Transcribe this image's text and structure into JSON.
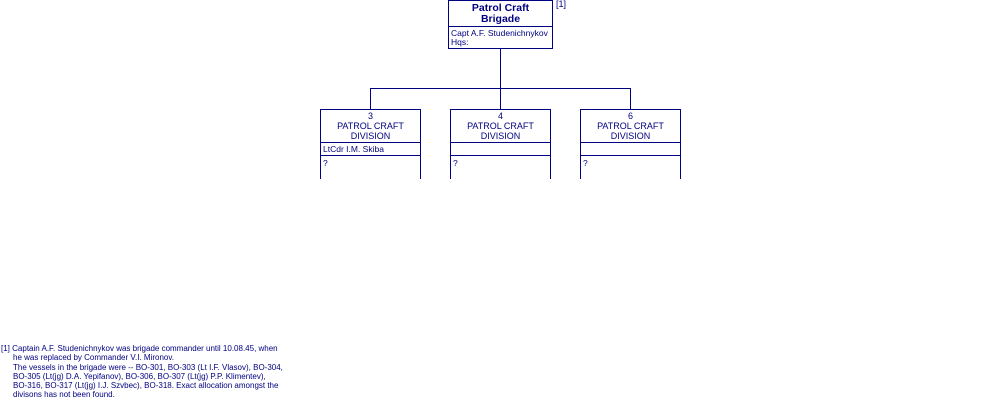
{
  "brigade": {
    "title_line1": "Patrol Craft",
    "title_line2": "Brigade",
    "commander": "Capt  A.F. Studenichnykov",
    "hqs": "Hqs:",
    "footnote_marker": "[1]"
  },
  "divisions": [
    {
      "number": "3",
      "name": "PATROL CRAFT DIVISION",
      "commander": "LtCdr  I.M. Skiba",
      "hq": "?"
    },
    {
      "number": "4",
      "name": "PATROL CRAFT DIVISION",
      "commander": "",
      "hq": "?"
    },
    {
      "number": "6",
      "name": "PATROL CRAFT DIVISION",
      "commander": "",
      "hq": "?"
    }
  ],
  "footnote": {
    "marker": "[1]",
    "lines": [
      "Captain A.F. Studenichnykov was brigade commander until 10.08.45, when",
      "he was replaced by Commander V.I. Mironov.",
      "The vessels in the brigade were -- BO-301, BO-303 (Lt  I.F. Vlasov), BO-304,",
      "BO-305 (Lt(jg)  D.A. Yepifanov), BO-306, BO-307 (Lt(jg)  P.P. Klimentev),",
      "BO-316, BO-317 (Lt(jg)  I.J. Szvbec), BO-318. Exact allocation amongst the",
      "divisons has not been found."
    ]
  },
  "colors": {
    "line": "#000080",
    "text": "#000080",
    "background": "#ffffff"
  }
}
